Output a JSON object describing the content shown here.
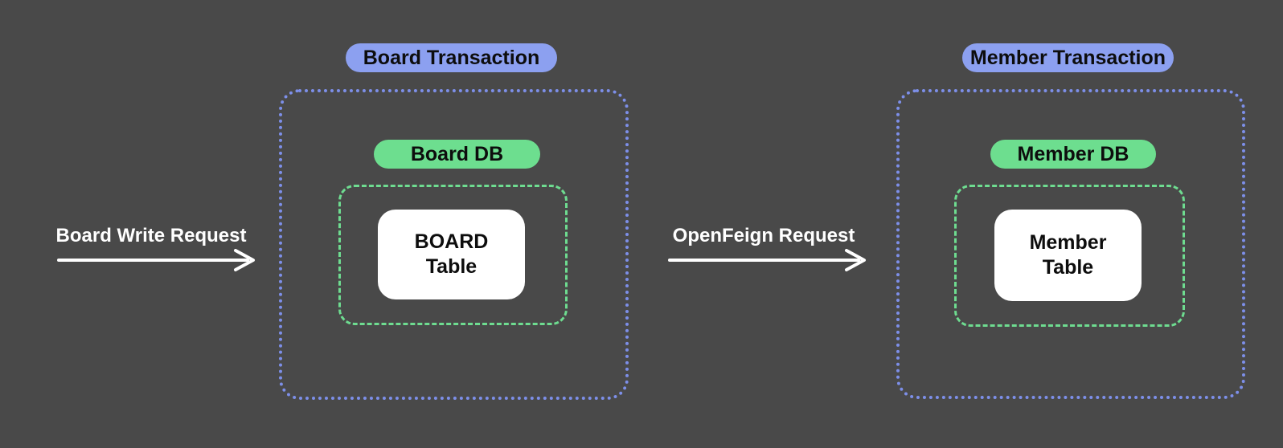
{
  "colors": {
    "background": "#494949",
    "blue_pill_bg": "#8CA0F0",
    "blue_border": "#7D8FE9",
    "green_pill_bg": "#6DDE8F",
    "green_border": "#6EDC90",
    "card_bg": "#FFFFFF",
    "text_dark": "#0D0D0D",
    "text_light": "#FFFFFF"
  },
  "diagram": {
    "board": {
      "transaction_label": "Board Transaction",
      "db_label": "Board DB",
      "table_line1": "BOARD",
      "table_line2": "Table"
    },
    "member": {
      "transaction_label": "Member Transaction",
      "db_label": "Member DB",
      "table_line1": "Member",
      "table_line2": "Table"
    },
    "arrows": {
      "board_write": {
        "label": "Board Write Request"
      },
      "openfeign": {
        "label": "OpenFeign Request"
      }
    }
  }
}
